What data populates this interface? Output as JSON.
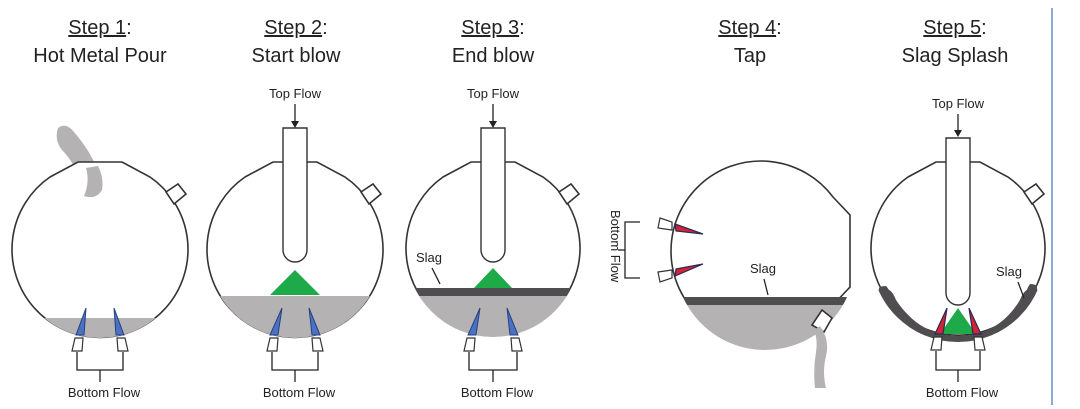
{
  "steps": [
    {
      "num": "Step 1",
      "sep": ":",
      "name": "Hot Metal Pour"
    },
    {
      "num": "Step 2",
      "sep": ":",
      "name": "Start blow"
    },
    {
      "num": "Step 3",
      "sep": ":",
      "name": "End blow"
    },
    {
      "num": "Step 4",
      "sep": ":",
      "name": "Tap"
    },
    {
      "num": "Step 5",
      "sep": ":",
      "name": "Slag Splash"
    }
  ],
  "labels": {
    "top_flow": "Top Flow",
    "bottom_flow": "Bottom Flow",
    "slag": "Slag"
  },
  "colors": {
    "molten_metal": "#b5b2b4",
    "slag": "#4f4d4f",
    "oxygen_jet": "#1faa4a",
    "bottom_nozzle": "#4a72c4",
    "tap_nozzle": "#d42333",
    "frame_right": "#5a86c6"
  }
}
